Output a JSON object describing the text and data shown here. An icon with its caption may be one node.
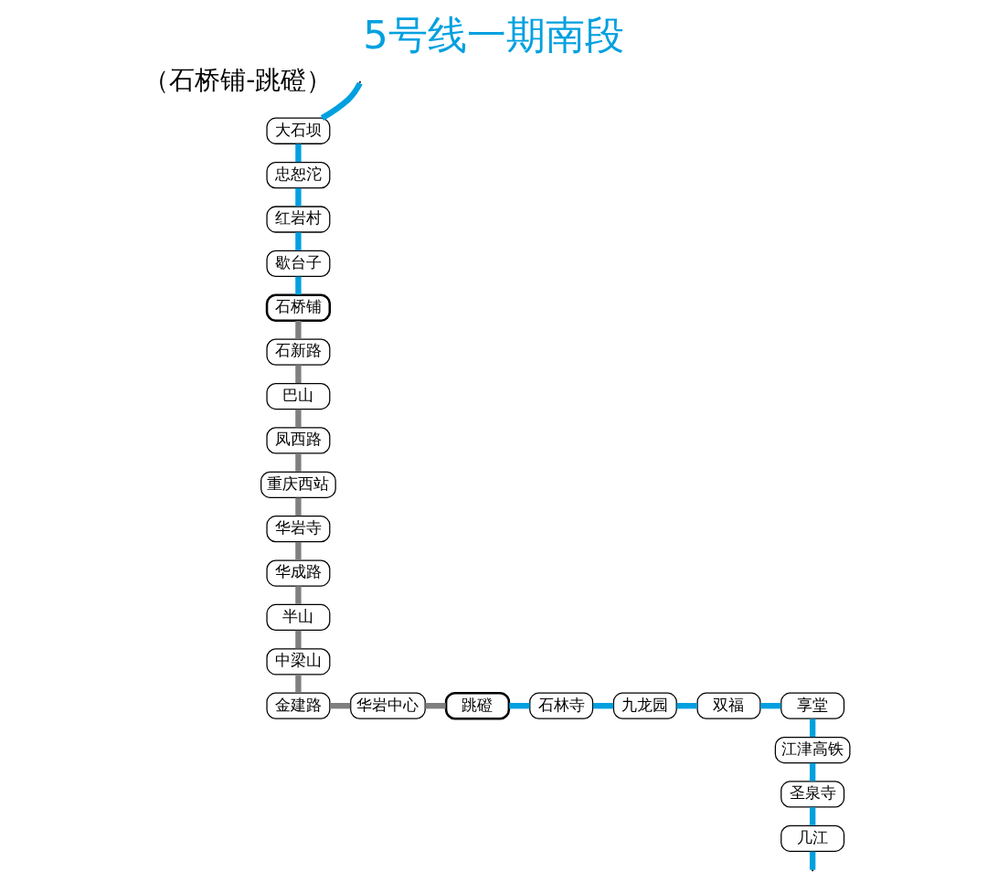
{
  "diagram": {
    "title": "5号线一期南段",
    "nodes": [
      {
        "text": [
          "大石坝"
        ]
      },
      {
        "text": [
          "忠恕沱"
        ]
      },
      {
        "text": [
          "红岩村"
        ]
      },
      {
        "text": [
          "歇台子"
        ]
      },
      {
        "text": [
          "石桥铺"
        ]
      },
      {
        "text": [
          "石新路"
        ]
      },
      {
        "text": [
          "巴山"
        ]
      },
      {
        "text": [
          "凤西路"
        ]
      },
      {
        "text": [
          "重庆西站"
        ]
      },
      {
        "text": [
          "华岩寺"
        ]
      },
      {
        "text": [
          "华成路"
        ]
      },
      {
        "text": [
          "半山"
        ]
      },
      {
        "text": [
          "中梁山"
        ]
      },
      {
        "text": [
          "金建路"
        ]
      },
      {
        "text": [
          "华岩中心"
        ]
      },
      {
        "text": [
          "跳磴"
        ]
      },
      {
        "text": [
          "石林寺"
        ]
      },
      {
        "text": [
          "九龙园"
        ]
      },
      {
        "text": [
          "双福"
        ]
      },
      {
        "text": [
          "享堂"
        ]
      },
      {
        "text": [
          "江津高铁"
        ]
      },
      {
        "text": [
          "圣泉寺"
        ]
      },
      {
        "text": [
          "几江"
        ]
      }
    ],
    "edges": [
      {
        "from": null,
        "to": 0,
        "arrow": "none"
      },
      {
        "from": 0,
        "to": 1,
        "arrow": "none"
      },
      {
        "from": 1,
        "to": 2,
        "arrow": "none"
      },
      {
        "from": 2,
        "to": 3,
        "arrow": "none"
      },
      {
        "from": 3,
        "to": 4,
        "arrow": "none"
      },
      {
        "from": 4,
        "to": 5,
        "arrow": "none",
        "color": "#7f7f7f"
      },
      {
        "from": 5,
        "to": 6,
        "arrow": "none",
        "color": "#7f7f7f"
      },
      {
        "from": 6,
        "to": 7,
        "arrow": "none",
        "color": "#7f7f7f"
      },
      {
        "from": 7,
        "to": 8,
        "arrow": "none",
        "color": "#7f7f7f"
      },
      {
        "from": 8,
        "to": 9,
        "arrow": "none",
        "color": "#7f7f7f"
      },
      {
        "from": 9,
        "to": 10,
        "arrow": "none",
        "color": "#7f7f7f"
      },
      {
        "from": 10,
        "to": 11,
        "arrow": "none",
        "color": "#7f7f7f"
      },
      {
        "from": 11,
        "to": 12,
        "arrow": "none",
        "color": "#7f7f7f"
      },
      {
        "from": 12,
        "to": 13,
        "arrow": "none",
        "color": "#7f7f7f"
      },
      {
        "from": 13,
        "to": 14,
        "arrow": "none",
        "color": "#7f7f7f"
      },
      {
        "from": 14,
        "to": 15,
        "arrow": "none",
        "color": "#7f7f7f"
      },
      {
        "from": 15,
        "to": 16,
        "arrow": "none"
      },
      {
        "from": 16,
        "to": 17,
        "arrow": "none"
      },
      {
        "from": 17,
        "to": 18,
        "arrow": "none"
      },
      {
        "from": 18,
        "to": 19,
        "arrow": "none"
      },
      {
        "from": 19,
        "to": 20,
        "arrow": "none"
      },
      {
        "from": 20,
        "to": 21,
        "arrow": "none"
      },
      {
        "from": 21,
        "to": 22,
        "arrow": "none"
      },
      {
        "from": 22,
        "to": null,
        "arrow": "none"
      }
    ],
    "labels": [
      "（石桥铺-跳磴）"
    ]
  }
}
